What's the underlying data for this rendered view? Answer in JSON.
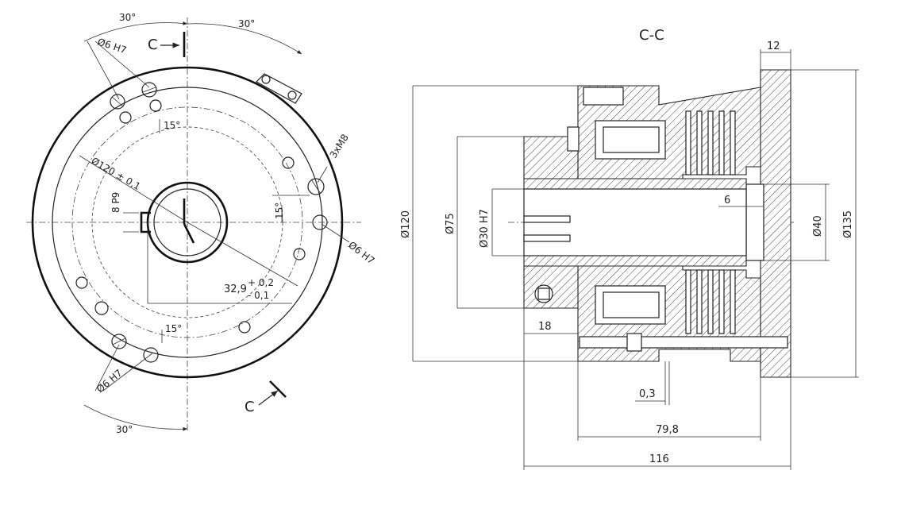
{
  "section_label": "C-C",
  "cut_marker_top": "C",
  "cut_marker_bottom": "C",
  "front_view": {
    "angle_top_left": "30°",
    "angle_top_right": "30°",
    "angle_bottom": "30°",
    "angle_15_upper": "15°",
    "angle_15_right": "15°",
    "angle_15_lower": "15°",
    "hole_top_left": "Ø6 H7",
    "hole_right": "Ø6 H7",
    "hole_bottom_left": "Ø6 H7",
    "thread": "3xM8",
    "bolt_circle": "Ø120 ± 0,1",
    "keyway_width": "8 P9",
    "keyway_depth_base": "32,9",
    "keyway_depth_tol_upper": "+ 0,2",
    "keyway_depth_tol_lower": "- 0,1"
  },
  "section_view": {
    "dia_120": "Ø120",
    "dia_75": "Ø75",
    "dia_30": "Ø30 H7",
    "dia_40": "Ø40",
    "dia_135": "Ø135",
    "dim_12": "12",
    "dim_6": "6",
    "dim_18": "18",
    "dim_0_3": "0,3",
    "dim_79_8": "79,8",
    "dim_116": "116"
  }
}
